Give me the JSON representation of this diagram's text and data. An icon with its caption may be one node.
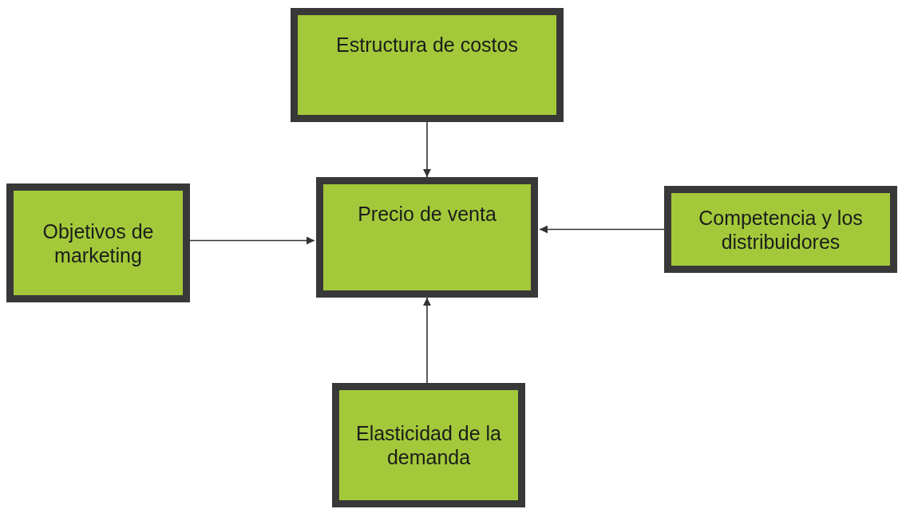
{
  "diagram": {
    "nodes": [
      {
        "text": [
          "Estructura de costos"
        ]
      },
      {
        "text": [
          "Objetivos de marketing"
        ]
      },
      {
        "text": [
          "Precio de venta"
        ]
      },
      {
        "text": [
          "Competencia y los distribuidores"
        ]
      },
      {
        "text": [
          "Elasticidad de la demanda"
        ]
      }
    ],
    "edges": [
      {
        "from": 0,
        "to": 2,
        "arrow": "to"
      },
      {
        "from": 1,
        "to": 2,
        "arrow": "to"
      },
      {
        "from": 3,
        "to": 2,
        "arrow": "to"
      },
      {
        "from": 4,
        "to": 2,
        "arrow": "to"
      }
    ]
  }
}
